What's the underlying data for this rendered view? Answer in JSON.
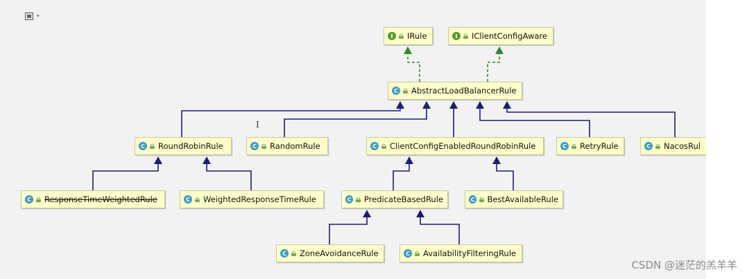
{
  "toolbar": {
    "icon": "image-dropdown-icon",
    "caret": "▾"
  },
  "cursor": "I",
  "watermark": "CSDN @迷茫的羔羊羊",
  "colors": {
    "node_fill": "#fefecb",
    "class_badge": "#3a9bc6",
    "interface_badge": "#5b9e2f",
    "extends_edge": "#1c1c78",
    "implements_edge": "#2e8b2e"
  },
  "nodes": [
    {
      "id": "irule",
      "kind": "interface",
      "badge": "I",
      "label": "IRule"
    },
    {
      "id": "iclientconfigaware",
      "kind": "interface",
      "badge": "I",
      "label": "IClientConfigAware"
    },
    {
      "id": "abstractloadbalancerrule",
      "kind": "class",
      "badge": "C",
      "label": "AbstractLoadBalancerRule"
    },
    {
      "id": "roundrobinrule",
      "kind": "class",
      "badge": "C",
      "label": "RoundRobinRule"
    },
    {
      "id": "randomrule",
      "kind": "class",
      "badge": "C",
      "label": "RandomRule"
    },
    {
      "id": "clientconfigenabledroundrobinrule",
      "kind": "class",
      "badge": "C",
      "label": "ClientConfigEnabledRoundRobinRule"
    },
    {
      "id": "retryrule",
      "kind": "class",
      "badge": "C",
      "label": "RetryRule"
    },
    {
      "id": "nacosrule",
      "kind": "class",
      "badge": "C",
      "label": "NacosRul"
    },
    {
      "id": "responsetimeweightedrule",
      "kind": "class",
      "badge": "C",
      "label": "ResponseTimeWeightedRule",
      "deprecated": true
    },
    {
      "id": "weightedresponsetimerule",
      "kind": "class",
      "badge": "C",
      "label": "WeightedResponseTimeRule"
    },
    {
      "id": "predicatebasedrule",
      "kind": "class",
      "badge": "C",
      "label": "PredicateBasedRule"
    },
    {
      "id": "bestavailablerule",
      "kind": "class",
      "badge": "C",
      "label": "BestAvailableRule"
    },
    {
      "id": "zoneavoidancerule",
      "kind": "class",
      "badge": "C",
      "label": "ZoneAvoidanceRule"
    },
    {
      "id": "availabilityfilteringrule",
      "kind": "class",
      "badge": "C",
      "label": "AvailabilityFilteringRule"
    }
  ],
  "edges": [
    {
      "from": "abstractloadbalancerrule",
      "to": "irule",
      "type": "implements"
    },
    {
      "from": "abstractloadbalancerrule",
      "to": "iclientconfigaware",
      "type": "implements"
    },
    {
      "from": "roundrobinrule",
      "to": "abstractloadbalancerrule",
      "type": "extends"
    },
    {
      "from": "randomrule",
      "to": "abstractloadbalancerrule",
      "type": "extends"
    },
    {
      "from": "clientconfigenabledroundrobinrule",
      "to": "abstractloadbalancerrule",
      "type": "extends"
    },
    {
      "from": "retryrule",
      "to": "abstractloadbalancerrule",
      "type": "extends"
    },
    {
      "from": "nacosrule",
      "to": "abstractloadbalancerrule",
      "type": "extends"
    },
    {
      "from": "responsetimeweightedrule",
      "to": "roundrobinrule",
      "type": "extends"
    },
    {
      "from": "weightedresponsetimerule",
      "to": "roundrobinrule",
      "type": "extends"
    },
    {
      "from": "predicatebasedrule",
      "to": "clientconfigenabledroundrobinrule",
      "type": "extends"
    },
    {
      "from": "bestavailablerule",
      "to": "clientconfigenabledroundrobinrule",
      "type": "extends"
    },
    {
      "from": "zoneavoidancerule",
      "to": "predicatebasedrule",
      "type": "extends"
    },
    {
      "from": "availabilityfilteringrule",
      "to": "predicatebasedrule",
      "type": "extends"
    }
  ]
}
